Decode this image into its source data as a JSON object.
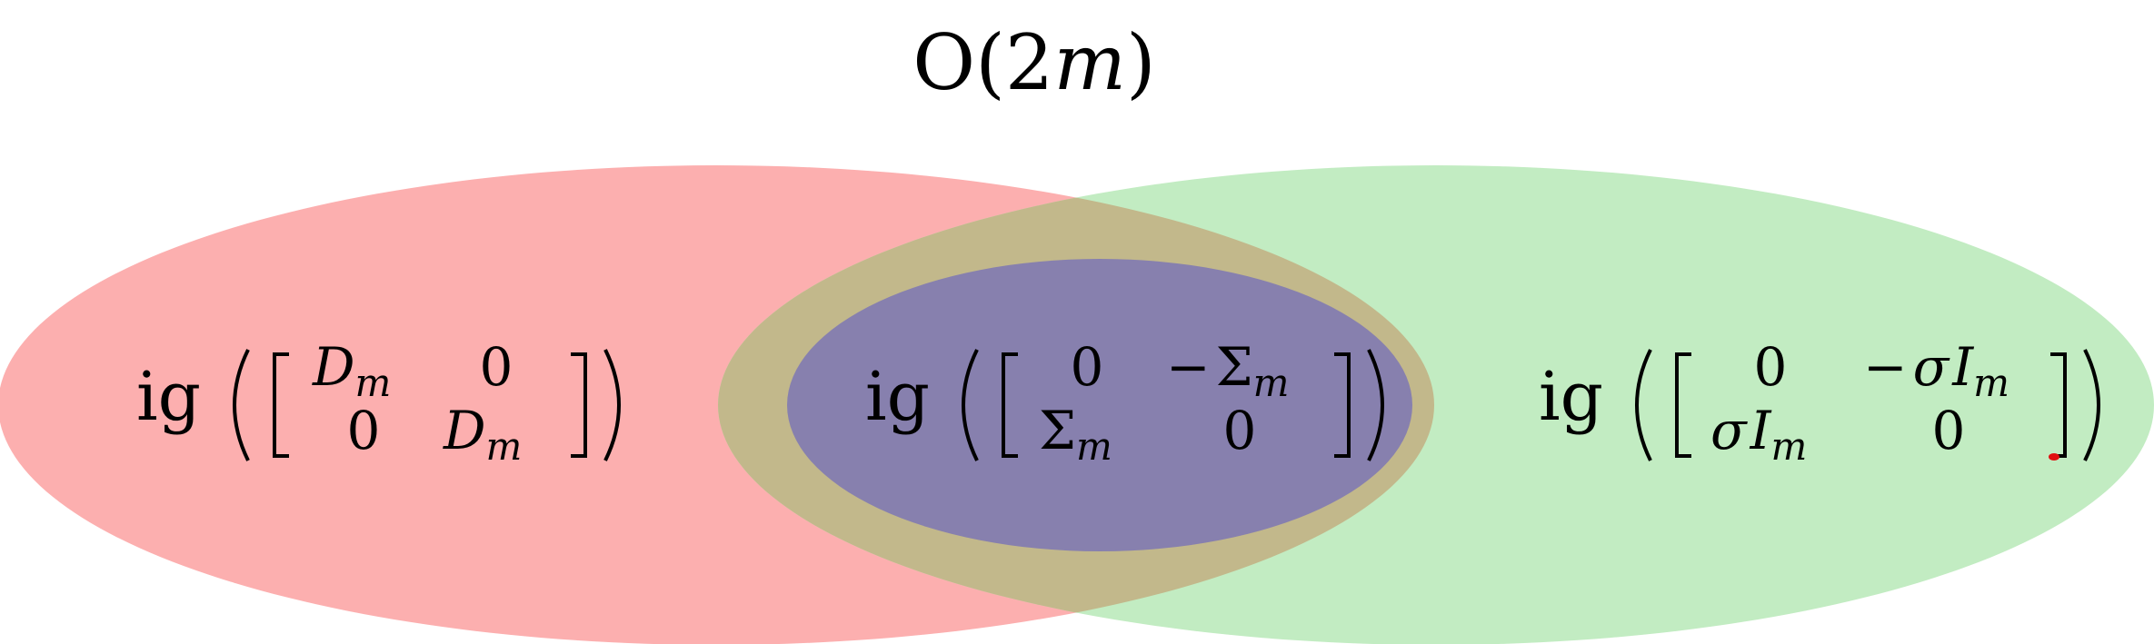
{
  "title": {
    "main": "O",
    "open": "(",
    "num": "2",
    "var": "m",
    "close": ")"
  },
  "colors": {
    "left_set": "#fcafaf",
    "right_set": "#c2ecc2",
    "overlap": "#c2b88b",
    "inner_set": "#8780ae",
    "text": "#000000",
    "marker": "#e01010"
  },
  "sets": {
    "left": {
      "fn": "ig",
      "matrix": {
        "r1c1": {
          "base": "D",
          "sub": "m"
        },
        "r1c2": {
          "text": "0"
        },
        "r2c1": {
          "text": "0"
        },
        "r2c2": {
          "base": "D",
          "sub": "m"
        }
      }
    },
    "inner": {
      "fn": "ig",
      "matrix": {
        "r1c1": {
          "text": "0"
        },
        "r1c2": {
          "pre": "−",
          "base": "Σ",
          "sub": "m"
        },
        "r2c1": {
          "base": "Σ",
          "sub": "m"
        },
        "r2c2": {
          "text": "0"
        }
      }
    },
    "right": {
      "fn": "ig",
      "matrix": {
        "r1c1": {
          "text": "0"
        },
        "r1c2": {
          "pre": "−",
          "sigma": "σ",
          "base": "I",
          "sub": "m"
        },
        "r2c1": {
          "sigma": "σ",
          "base": "I",
          "sub": "m"
        },
        "r2c2": {
          "text": "0"
        }
      }
    }
  }
}
